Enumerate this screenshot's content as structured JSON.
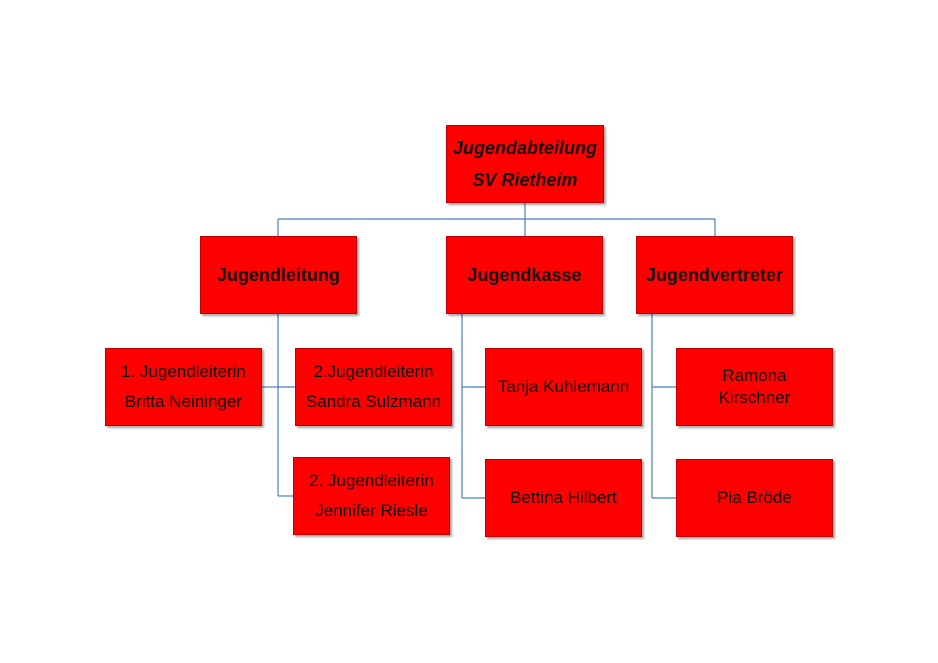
{
  "org_chart": {
    "root": {
      "lines": [
        "Jugendabteilung",
        "SV Rietheim"
      ]
    },
    "departments": [
      {
        "title": "Jugendleitung",
        "members": [
          {
            "lines": [
              "1. Jugendleiterin",
              "Britta Neininger"
            ]
          },
          {
            "lines": [
              "2.Jugendleiterin",
              "Sandra Sulzmann"
            ]
          },
          {
            "lines": [
              "2. Jugendleiterin",
              "Jennifer Riesle"
            ]
          }
        ]
      },
      {
        "title": "Jugendkasse",
        "members": [
          {
            "lines": [
              "Tanja Kuhlemann"
            ]
          },
          {
            "lines": [
              "Bettina Hilbert"
            ]
          }
        ]
      },
      {
        "title": "Jugendvertreter",
        "members": [
          {
            "lines": [
              "Ramona",
              "Kirschner"
            ]
          },
          {
            "lines": [
              "Pia Bröde"
            ]
          }
        ]
      }
    ],
    "colors": {
      "box_fill": "#ff0000",
      "box_border": "#c00000",
      "connector": "#4a7ebb",
      "text": "#111111"
    }
  }
}
